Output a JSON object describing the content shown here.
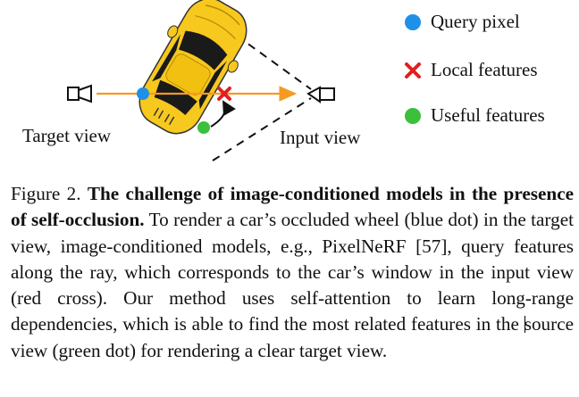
{
  "legend": {
    "query_pixel": "Query pixel",
    "local_features": "Local features",
    "useful_features": "Useful features"
  },
  "views": {
    "target": "Target view",
    "input": "Input view"
  },
  "colors": {
    "query": "#1e90e8",
    "local": "#e02020",
    "useful": "#3cbf3c",
    "ray": "#f59a23",
    "car_body": "#f7c81e"
  },
  "caption": {
    "label": "Figure 2.",
    "title": "The challenge of image-conditioned models in the presence of self-occlusion.",
    "text_before_cursor": "To render a car’s occluded wheel (blue dot) in the target view, image-conditioned models, e.g., PixelNeRF [57], query features along the ray, which corresponds to the car’s window in the input view (red cross). Our method uses self-attention to learn long-range dependencies, which is able to find the most related features in the ",
    "text_after_cursor": "source view (green dot) for rendering a clear target view."
  }
}
